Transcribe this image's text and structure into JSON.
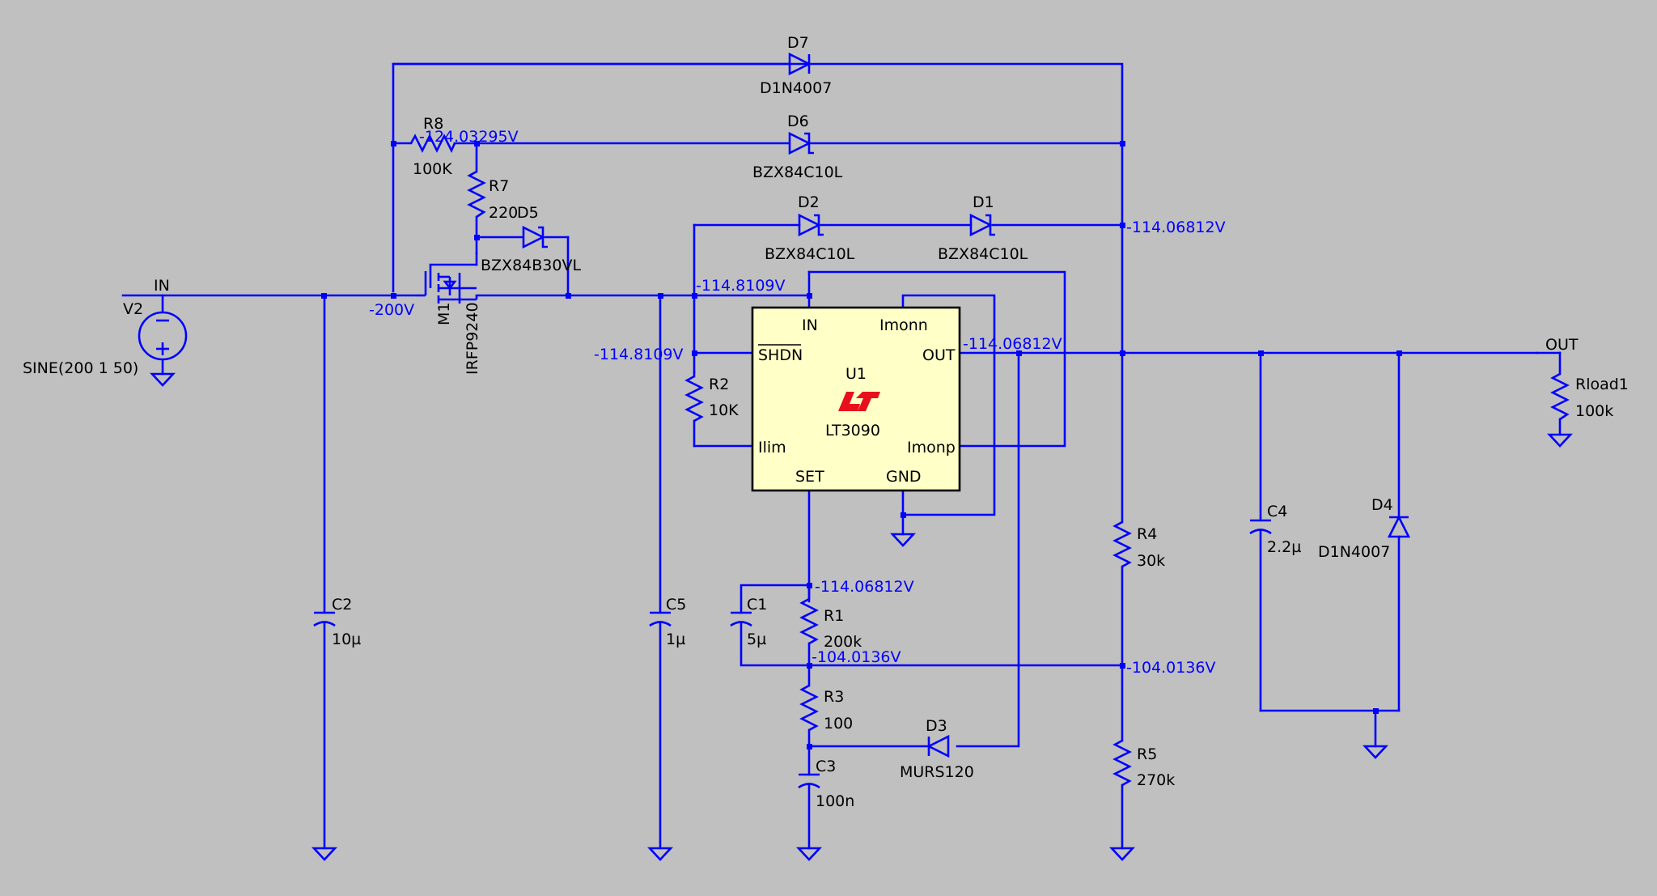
{
  "colors": {
    "background": "#c0c0c0",
    "wire": "#0000ff",
    "ic_fill": "#ffffc8",
    "logo": "#e8101c"
  },
  "nets": {
    "in": "IN",
    "out": "OUT",
    "v_source": "-200V",
    "v_r8": "-124.03295V",
    "v_d1": "-114.06812V",
    "v_in_reg": "-114.8109V",
    "v_shdn": "-114.8109V",
    "v_out_reg": "-114.06812V",
    "v_set": "-114.06812V",
    "v_r1_bottom": "-104.0136V",
    "v_r4_r5": "-104.0136V"
  },
  "components": {
    "V2": {
      "name": "V2",
      "value": "SINE(200 1 50)"
    },
    "M1": {
      "name": "M1",
      "value": "IRFP9240"
    },
    "R8": {
      "name": "R8",
      "value": "100K"
    },
    "R7": {
      "name": "R7",
      "value": "220"
    },
    "D5": {
      "name": "D5",
      "value": "BZX84B30VL"
    },
    "D7": {
      "name": "D7",
      "value": "D1N4007"
    },
    "D6": {
      "name": "D6",
      "value": "BZX84C10L"
    },
    "D2": {
      "name": "D2",
      "value": "BZX84C10L"
    },
    "D1": {
      "name": "D1",
      "value": "BZX84C10L"
    },
    "C2": {
      "name": "C2",
      "value": "10µ"
    },
    "C5": {
      "name": "C5",
      "value": "1µ"
    },
    "R2": {
      "name": "R2",
      "value": "10K"
    },
    "U1": {
      "name": "U1",
      "value": "LT3090"
    },
    "C1": {
      "name": "C1",
      "value": "5µ"
    },
    "R1": {
      "name": "R1",
      "value": "200k"
    },
    "R3": {
      "name": "R3",
      "value": "100"
    },
    "C3": {
      "name": "C3",
      "value": "100n"
    },
    "D3": {
      "name": "D3",
      "value": "MURS120"
    },
    "R4": {
      "name": "R4",
      "value": "30k"
    },
    "R5": {
      "name": "R5",
      "value": "270k"
    },
    "C4": {
      "name": "C4",
      "value": "2.2µ"
    },
    "D4": {
      "name": "D4",
      "value": "D1N4007"
    },
    "Rload1": {
      "name": "Rload1",
      "value": "100k"
    }
  },
  "u1_pins": {
    "in": "IN",
    "imonn": "Imonn",
    "shdn": "SHDN",
    "out": "OUT",
    "ilim": "Ilim",
    "imonp": "Imonp",
    "set": "SET",
    "gnd": "GND"
  }
}
